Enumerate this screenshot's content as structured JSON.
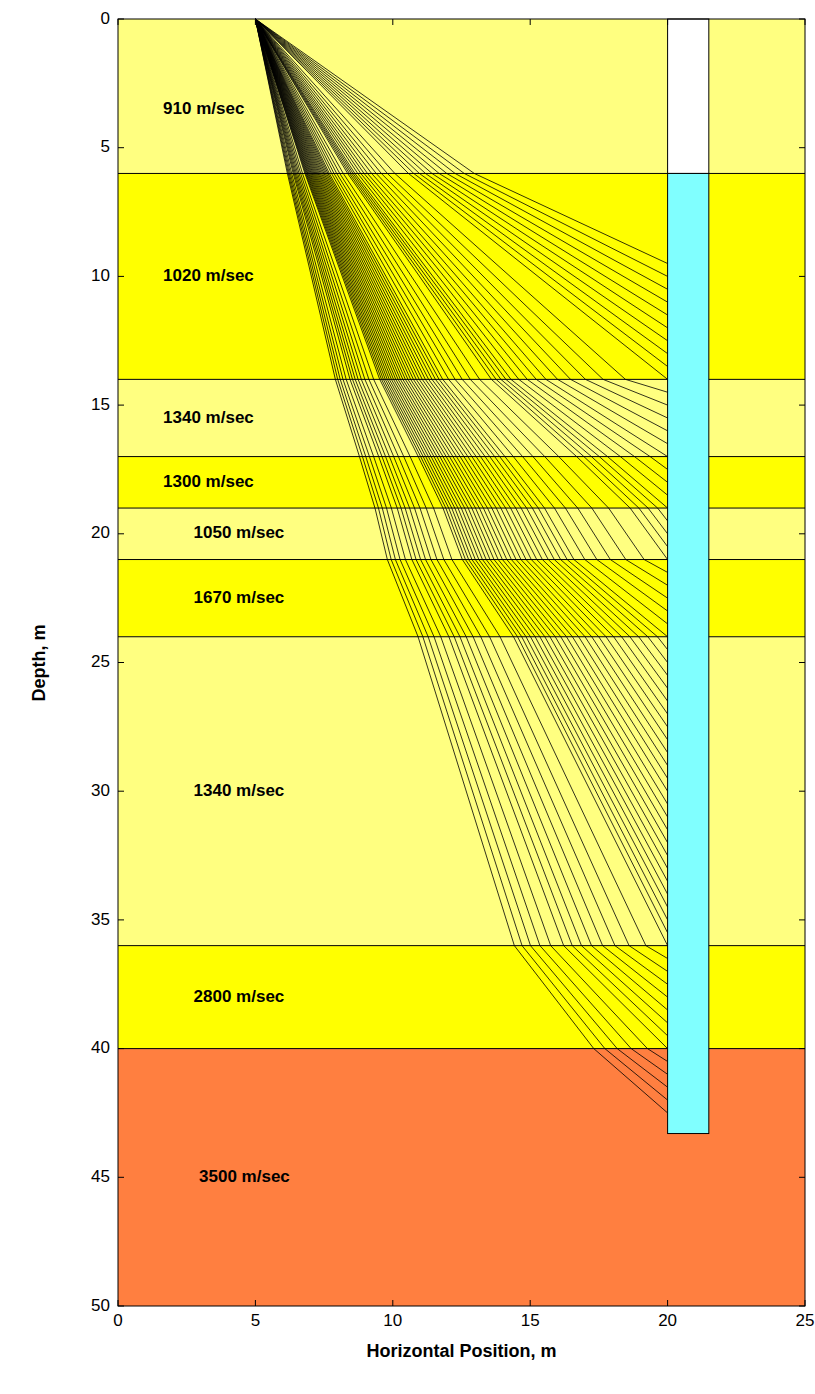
{
  "diagram": {
    "nodes": [
      {
        "text": [
          "910 m/sec"
        ]
      },
      {
        "text": [
          "1020 m/sec"
        ]
      },
      {
        "text": [
          "1340 m/sec"
        ]
      },
      {
        "text": [
          "1300 m/sec"
        ]
      },
      {
        "text": [
          "1050 m/sec"
        ]
      },
      {
        "text": [
          "1670 m/sec"
        ]
      },
      {
        "text": [
          "1340 m/sec"
        ]
      },
      {
        "text": [
          "2800 m/sec"
        ]
      },
      {
        "text": [
          "3500 m/sec"
        ]
      }
    ],
    "labels": [
      "0",
      "5",
      "10",
      "15",
      "20",
      "25",
      "30",
      "35",
      "40",
      "45",
      "50",
      "0",
      "5",
      "10",
      "15",
      "20",
      "25",
      "Depth, m",
      "Horizontal Position, m"
    ]
  }
}
